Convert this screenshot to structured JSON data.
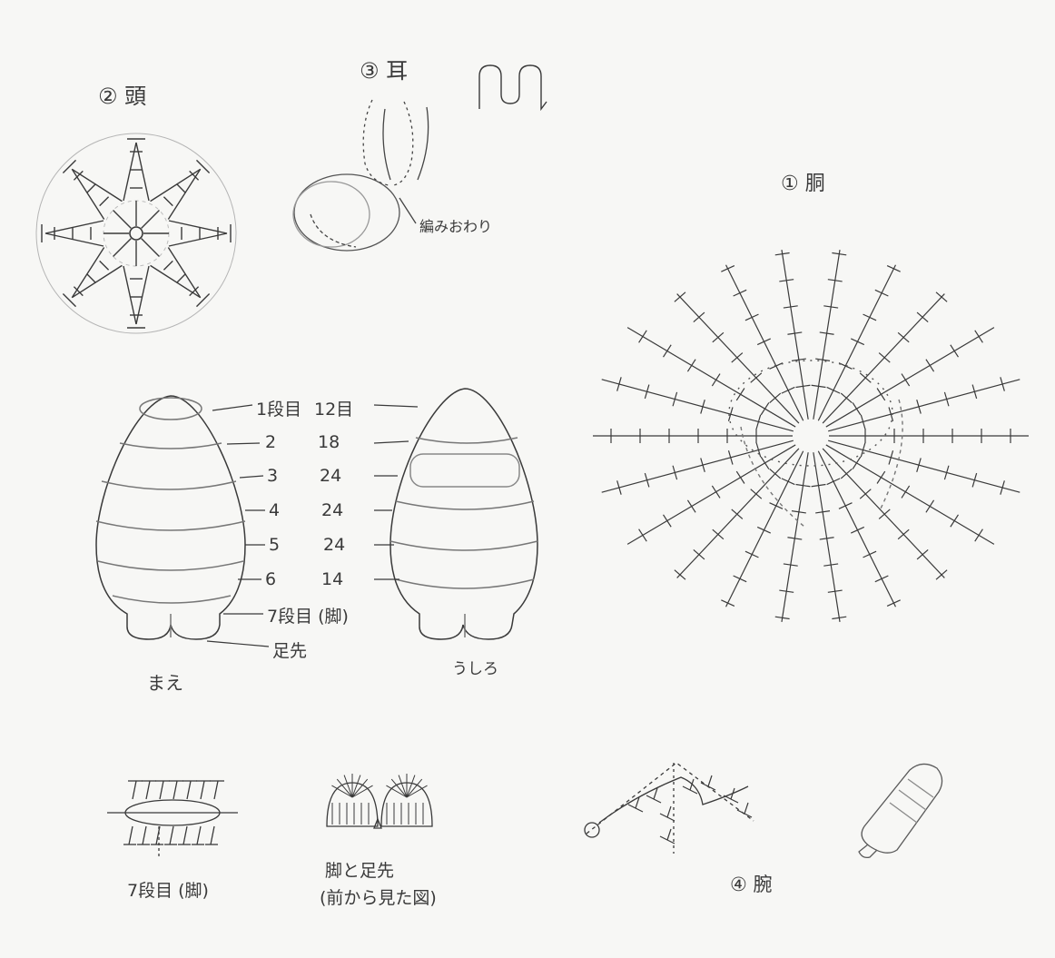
{
  "labels": {
    "head": "② 頭",
    "ear": "③ 耳",
    "body": "① 胴",
    "ear_finish": "編みおわり",
    "front_view": "まえ",
    "back_view": "うしろ",
    "toe": "足先",
    "round7_leg_bottom": "7段目 (脚)",
    "leg_and_toe_line1": "脚と足先",
    "leg_and_toe_line2": "(前から見た図)",
    "arm": "④ 腕"
  },
  "rounds": [
    {
      "round": "1段目",
      "stitches": "12目"
    },
    {
      "round": "2",
      "stitches": "18"
    },
    {
      "round": "3",
      "stitches": "24"
    },
    {
      "round": "4",
      "stitches": "24"
    },
    {
      "round": "5",
      "stitches": "24"
    },
    {
      "round": "6",
      "stitches": "14"
    },
    {
      "round": "7段目 (脚)",
      "stitches": ""
    }
  ],
  "colors": {
    "paper": "#f7f7f5",
    "pencil": "#3a3a3a",
    "light_pencil": "#9a9a9a"
  }
}
